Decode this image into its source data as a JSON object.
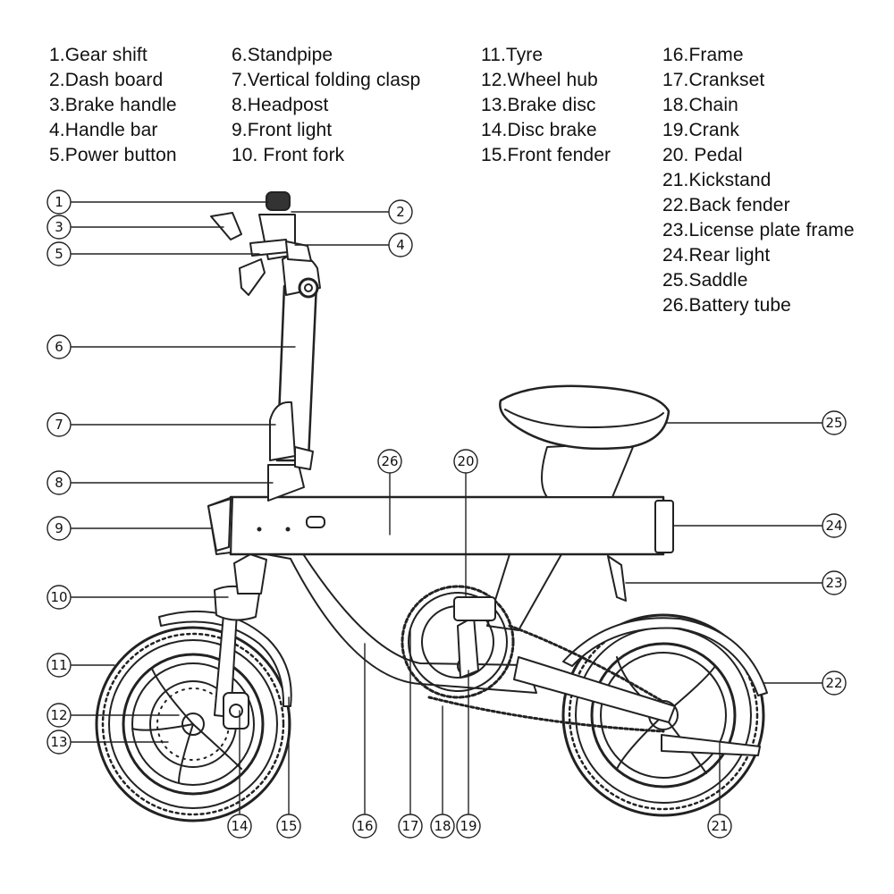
{
  "legend": {
    "col1": [
      "1.Gear shift",
      "2.Dash board",
      "3.Brake handle",
      "4.Handle bar",
      "5.Power button"
    ],
    "col2": [
      "6.Standpipe",
      "7.Vertical folding clasp",
      "8.Headpost",
      "9.Front light",
      "10. Front fork"
    ],
    "col3": [
      "11.Tyre",
      "12.Wheel hub",
      "13.Brake disc",
      "14.Disc brake",
      "15.Front fender"
    ],
    "col4": [
      "16.Frame",
      "17.Crankset",
      "18.Chain",
      "19.Crank",
      "20. Pedal",
      "21.Kickstand",
      "22.Back fender",
      "23.License plate frame",
      "24.Rear light",
      "25.Saddle",
      "26.Battery tube"
    ]
  },
  "callouts": [
    "1",
    "2",
    "3",
    "4",
    "5",
    "6",
    "7",
    "8",
    "9",
    "10",
    "11",
    "12",
    "13",
    "14",
    "15",
    "16",
    "17",
    "18",
    "19",
    "20",
    "21",
    "22",
    "23",
    "24",
    "25",
    "26"
  ],
  "colors": {
    "line": "#222222",
    "fill": "#ffffff",
    "accent": "#444444"
  }
}
